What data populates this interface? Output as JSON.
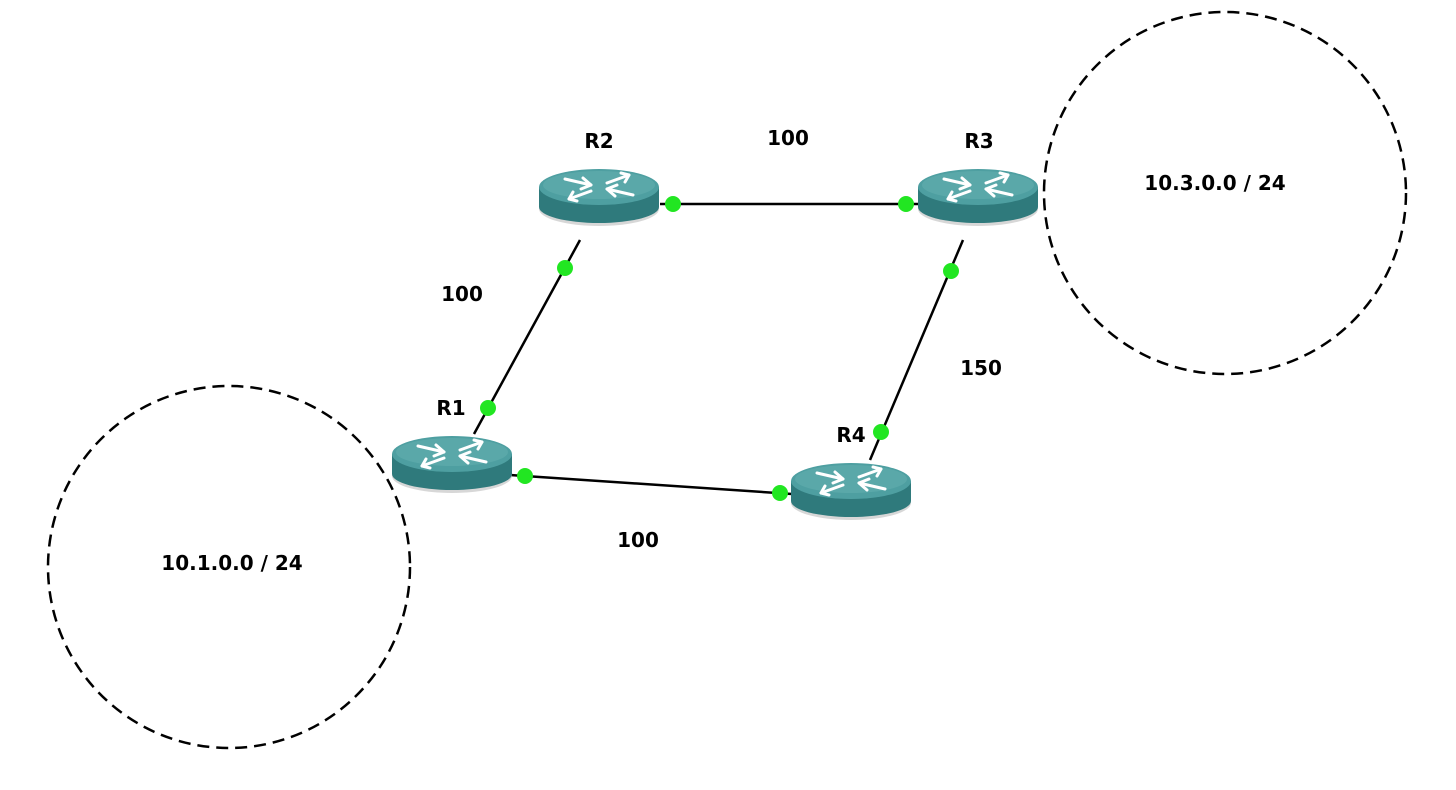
{
  "colors": {
    "background": "#ffffff",
    "link": "#000000",
    "port": "#22e622",
    "router_body": "#3f8d8f",
    "router_top": "#4fa5a7",
    "router_icon": "#ffffff",
    "network_outline": "#000000"
  },
  "routers": [
    {
      "id": "R1",
      "label": "R1",
      "icon": "router-icon"
    },
    {
      "id": "R2",
      "label": "R2",
      "icon": "router-icon"
    },
    {
      "id": "R3",
      "label": "R3",
      "icon": "router-icon"
    },
    {
      "id": "R4",
      "label": "R4",
      "icon": "router-icon"
    }
  ],
  "links": [
    {
      "from": "R2",
      "to": "R3",
      "cost": "100"
    },
    {
      "from": "R1",
      "to": "R2",
      "cost": "100"
    },
    {
      "from": "R3",
      "to": "R4",
      "cost": "150"
    },
    {
      "from": "R1",
      "to": "R4",
      "cost": "100"
    }
  ],
  "networks": [
    {
      "id": "net-10-1",
      "label": "10.1.0.0 / 24",
      "attached_to": "R1"
    },
    {
      "id": "net-10-3",
      "label": "10.3.0.0 / 24",
      "attached_to": "R3"
    }
  ]
}
